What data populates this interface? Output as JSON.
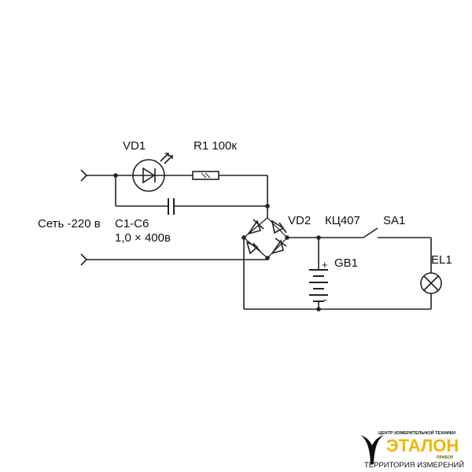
{
  "labels": {
    "mains": "Сеть -220 в",
    "vd1": "VD1",
    "r1": "R1 100к",
    "c_name": "C1-C6",
    "c_value": "1,0 × 400в",
    "vd2": "VD2",
    "bridge_type": "КЦ407",
    "sa1": "SA1",
    "gb1": "GB1",
    "el1": "EL1",
    "plus": "+",
    "minus": "-"
  },
  "logo": {
    "top": "ЦЕНТР ИЗМЕРИТЕЛЬНОЙ ТЕХНИКИ",
    "brand": "ЭТАЛОН",
    "sub": "ПРИБОР",
    "bottom": "ТЕРРИТОРИЯ ИЗМЕРЕНИЙ"
  }
}
